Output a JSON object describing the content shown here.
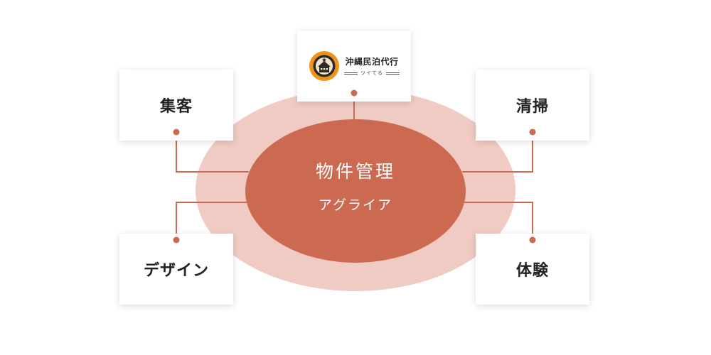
{
  "diagram": {
    "core": {
      "title": "物件管理",
      "subtitle": "アグライア"
    },
    "nodes": {
      "top_left": "集客",
      "top_right": "清掃",
      "bottom_left": "デザイン",
      "bottom_right": "体験"
    },
    "logo": {
      "title": "沖縄民泊代行",
      "subtitle": "ツイてる",
      "emblem_icon": "house-emblem-icon"
    }
  },
  "colors": {
    "accent": "#cb6a51",
    "ring": "#efcbc3",
    "logo_orange": "#f0931a"
  }
}
